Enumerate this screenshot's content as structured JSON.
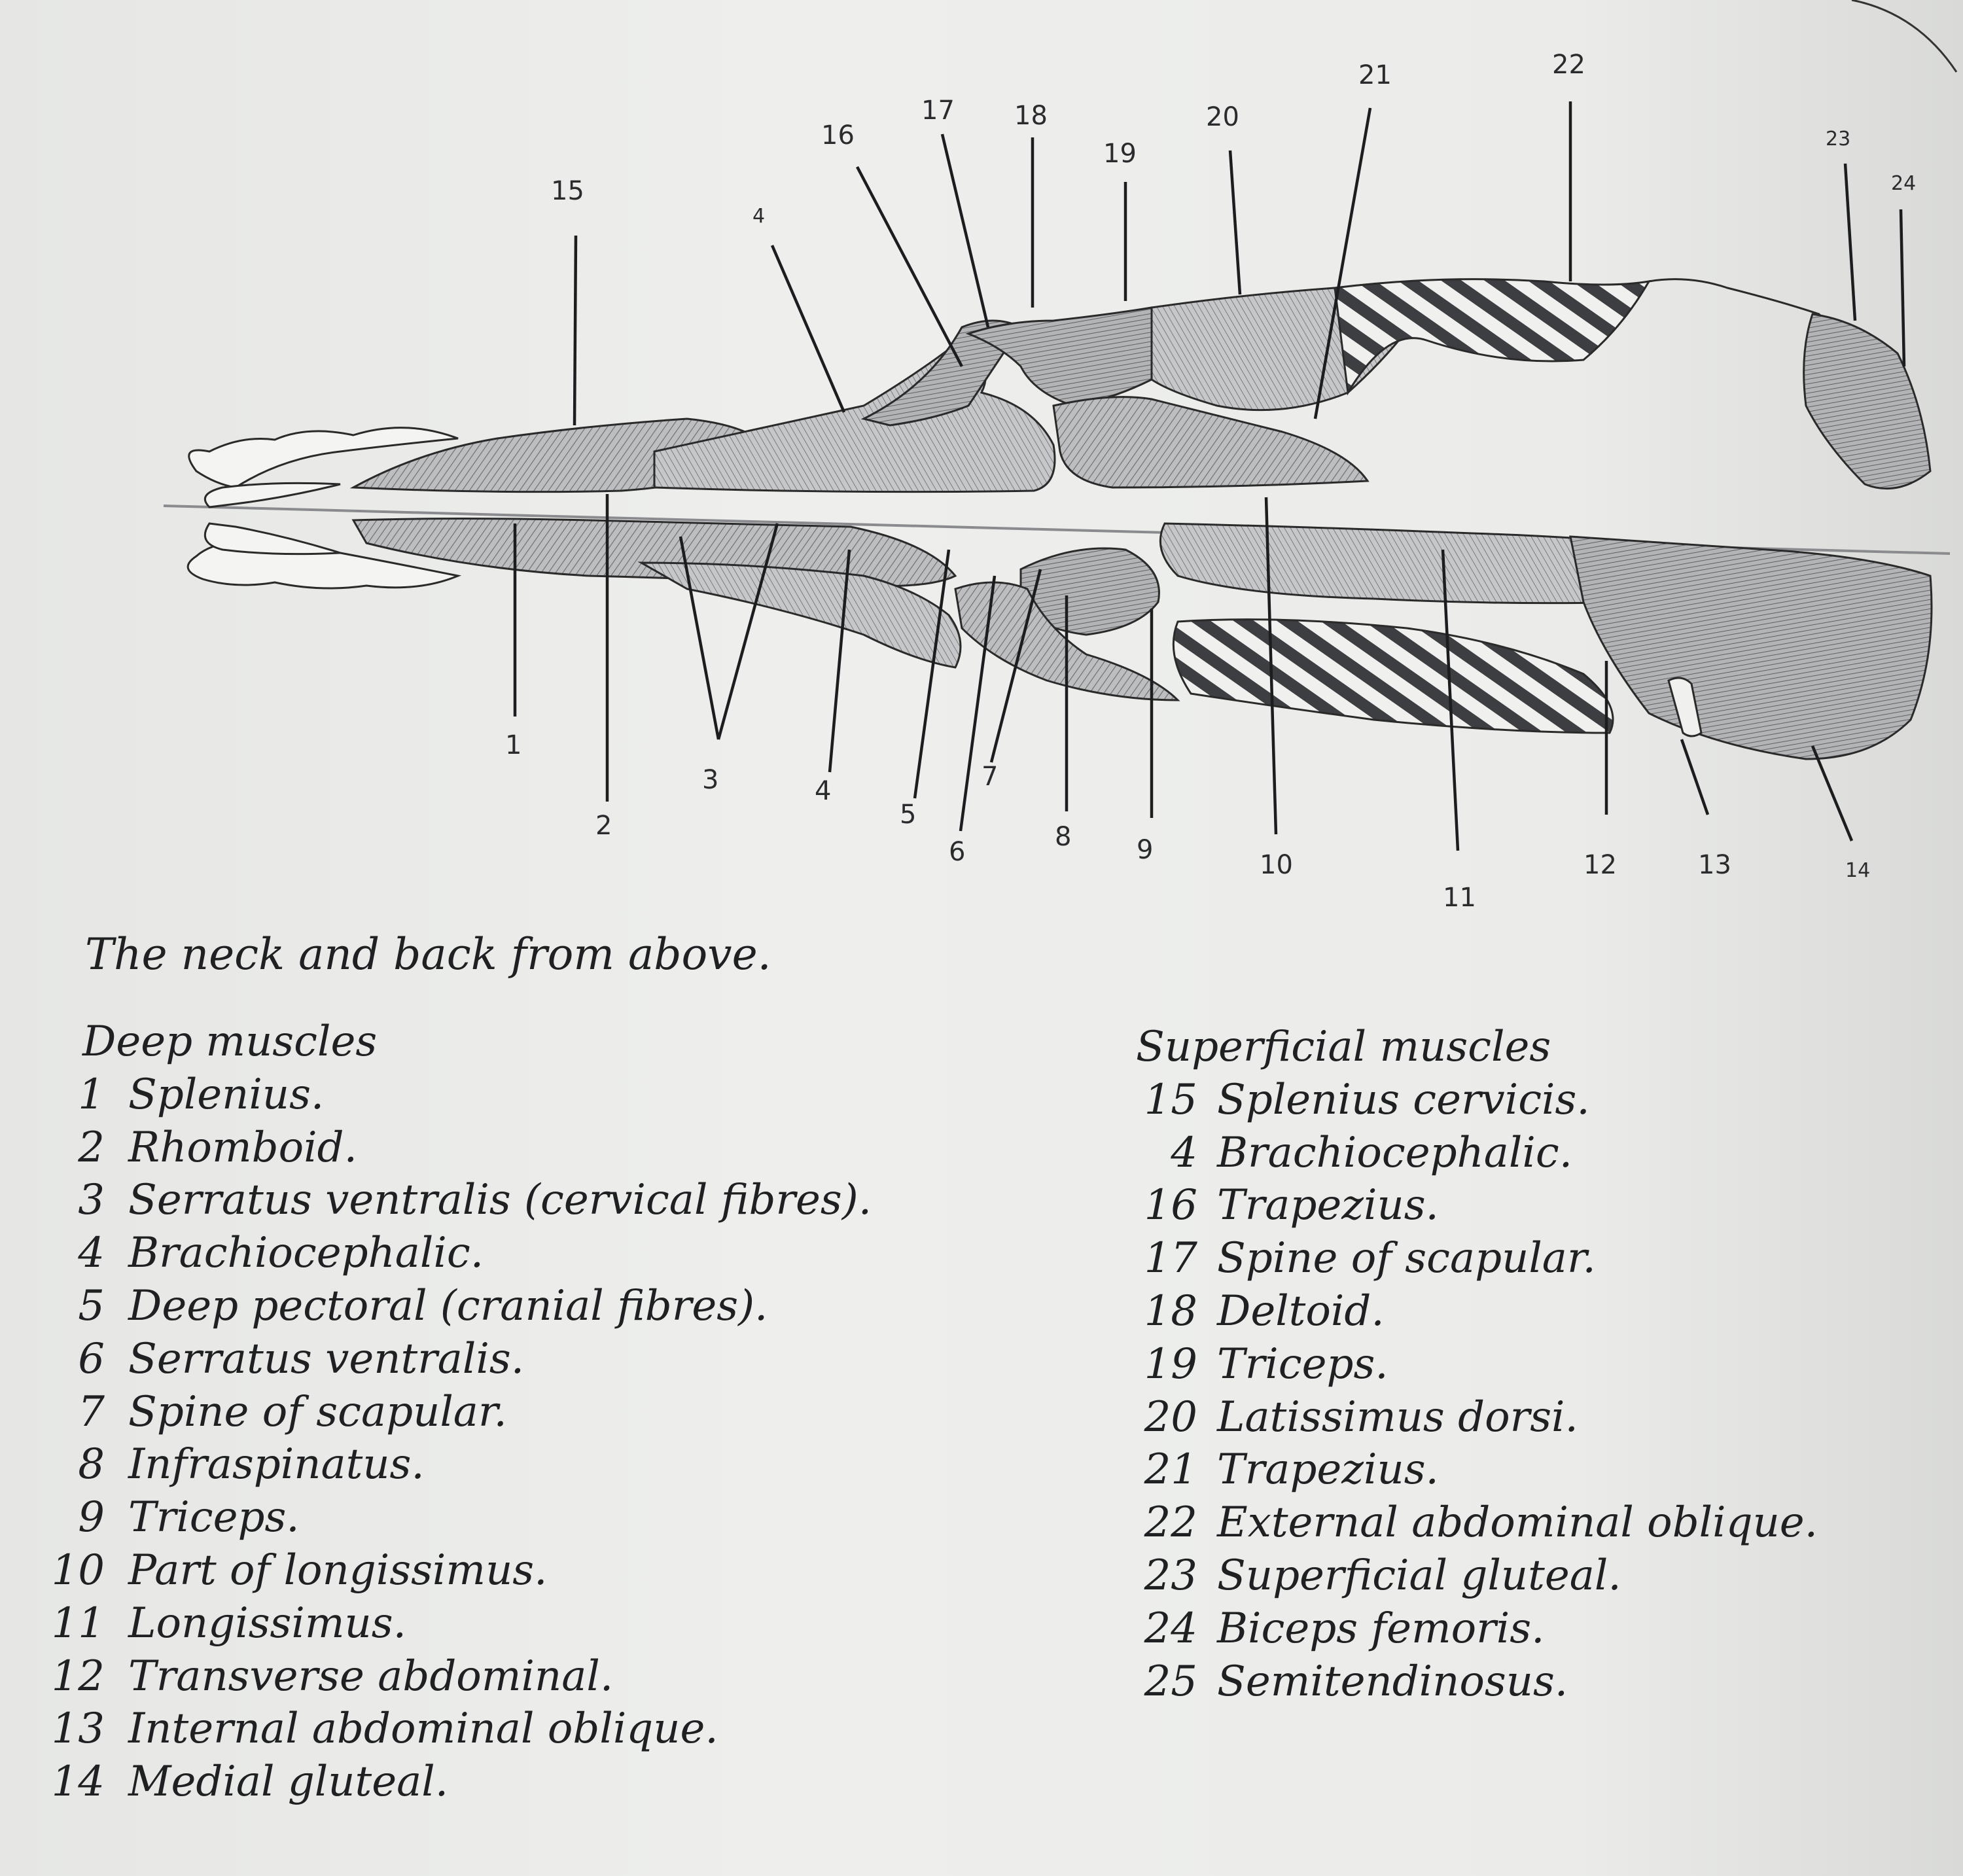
{
  "figure": {
    "caption": "The neck and back from above.",
    "callouts_top": [
      "15",
      "4",
      "16",
      "17",
      "18",
      "19",
      "20",
      "21",
      "22",
      "23",
      "24"
    ],
    "callouts_bottom": [
      "1",
      "2",
      "3",
      "4",
      "5",
      "6",
      "7",
      "8",
      "9",
      "10",
      "11",
      "12",
      "13",
      "14"
    ]
  },
  "legend": {
    "deep": {
      "heading": "Deep muscles",
      "items": [
        {
          "num": "1",
          "name": "Splenius."
        },
        {
          "num": "2",
          "name": "Rhomboid."
        },
        {
          "num": "3",
          "name": "Serratus ventralis (cervical fibres)."
        },
        {
          "num": "4",
          "name": "Brachiocephalic."
        },
        {
          "num": "5",
          "name": "Deep pectoral (cranial fibres)."
        },
        {
          "num": "6",
          "name": "Serratus ventralis."
        },
        {
          "num": "7",
          "name": "Spine of scapular."
        },
        {
          "num": "8",
          "name": "Infraspinatus."
        },
        {
          "num": "9",
          "name": "Triceps."
        },
        {
          "num": "10",
          "name": "Part of longissimus."
        },
        {
          "num": "11",
          "name": "Longissimus."
        },
        {
          "num": "12",
          "name": "Transverse abdominal."
        },
        {
          "num": "13",
          "name": "Internal abdominal oblique."
        },
        {
          "num": "14",
          "name": "Medial gluteal."
        }
      ]
    },
    "superficial": {
      "heading": "Superficial muscles",
      "items": [
        {
          "num": "15",
          "name": "Splenius cervicis."
        },
        {
          "num": "4",
          "name": "Brachiocephalic."
        },
        {
          "num": "16",
          "name": "Trapezius."
        },
        {
          "num": "17",
          "name": "Spine of scapular."
        },
        {
          "num": "18",
          "name": "Deltoid."
        },
        {
          "num": "19",
          "name": "Triceps."
        },
        {
          "num": "20",
          "name": "Latissimus dorsi."
        },
        {
          "num": "21",
          "name": "Trapezius."
        },
        {
          "num": "22",
          "name": "External abdominal oblique."
        },
        {
          "num": "23",
          "name": "Superficial gluteal."
        },
        {
          "num": "24",
          "name": "Biceps femoris."
        },
        {
          "num": "25",
          "name": "Semitendinosus."
        }
      ]
    }
  }
}
